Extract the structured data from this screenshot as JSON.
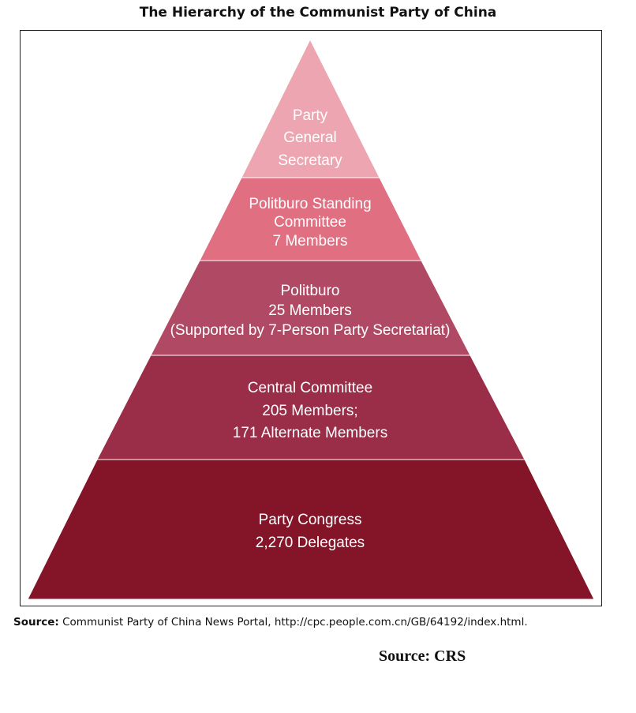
{
  "title": "The Hierarchy of the Communist Party of China",
  "tiers": [
    {
      "lines": [
        "Party",
        "General",
        "Secretary"
      ],
      "color": "#eda6b1",
      "text_color": "#111111"
    },
    {
      "lines": [
        "Politburo Standing",
        "Committee",
        "7 Members"
      ],
      "color": "#e06f81",
      "text_color": "#111111"
    },
    {
      "lines": [
        "Politburo",
        "25 Members",
        "(Supported by 7-Person Party Secretariat)"
      ],
      "color": "#b04a64",
      "text_color": "#ffffff"
    },
    {
      "lines": [
        "Central Committee",
        "205 Members;",
        "171 Alternate Members"
      ],
      "color": "#9a2d47",
      "text_color": "#ffffff"
    },
    {
      "lines": [
        "Party Congress",
        "2,270 Delegates"
      ],
      "color": "#841428",
      "text_color": "#ffffff"
    }
  ],
  "source": {
    "label": "Source:",
    "text": "Communist Party of China News Portal, http://cpc.people.com.cn/GB/64192/index.html."
  },
  "source_crs": "Source:  CRS"
}
